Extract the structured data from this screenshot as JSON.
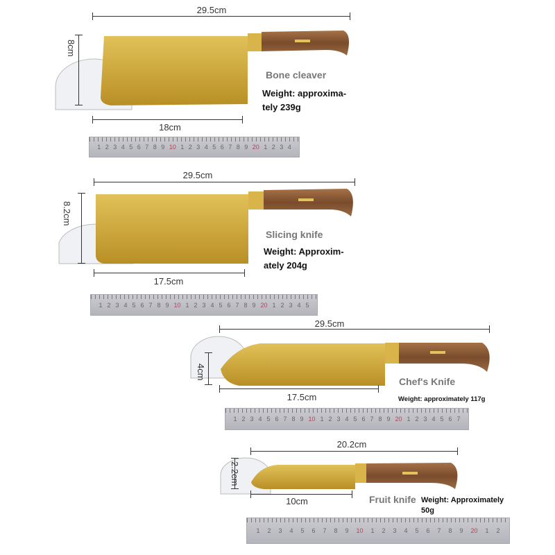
{
  "knives": [
    {
      "name": "Bone cleaver",
      "weight": "Weight: approxima-\ntely 239g",
      "total_length": "29.5cm",
      "blade_length": "18cm",
      "blade_height": "8cm"
    },
    {
      "name": "Slicing knife",
      "weight": "Weight: Approxim-\nately 204g",
      "total_length": "29.5cm",
      "blade_length": "17.5cm",
      "blade_height": "8.2cm"
    },
    {
      "name": "Chef's Knife",
      "weight": "Weight: approximately 117g",
      "total_length": "29.5cm",
      "blade_length": "17.5cm",
      "blade_height": "4cm"
    },
    {
      "name": "Fruit knife",
      "weight": "Weight: Approximately\n50g",
      "total_length": "20.2cm",
      "blade_length": "10cm",
      "blade_height": "2.2cm"
    }
  ],
  "rulers": [
    [
      "1",
      "2",
      "3",
      "4",
      "5",
      "6",
      "7",
      "8",
      "9",
      "10",
      "1",
      "2",
      "3",
      "4",
      "5",
      "6",
      "7",
      "8",
      "9",
      "20",
      "1",
      "2",
      "3",
      "4"
    ],
    [
      "1",
      "2",
      "3",
      "4",
      "5",
      "6",
      "7",
      "8",
      "9",
      "10",
      "1",
      "2",
      "3",
      "4",
      "5",
      "6",
      "7",
      "8",
      "9",
      "20",
      "1",
      "2",
      "3",
      "4",
      "5"
    ],
    [
      "1",
      "2",
      "3",
      "4",
      "5",
      "6",
      "7",
      "8",
      "9",
      "10",
      "1",
      "2",
      "3",
      "4",
      "5",
      "6",
      "7",
      "8",
      "9",
      "20",
      "1",
      "2",
      "3",
      "4",
      "5",
      "6",
      "7"
    ],
    [
      "1",
      "2",
      "3",
      "4",
      "5",
      "6",
      "7",
      "8",
      "9",
      "10",
      "1",
      "2",
      "3",
      "4",
      "5",
      "6",
      "7",
      "8",
      "9",
      "20",
      "1",
      "2"
    ]
  ],
  "colors": {
    "blade": "#c9a43a",
    "handle": "#8a5a35",
    "bolster": "#d9b44a"
  }
}
